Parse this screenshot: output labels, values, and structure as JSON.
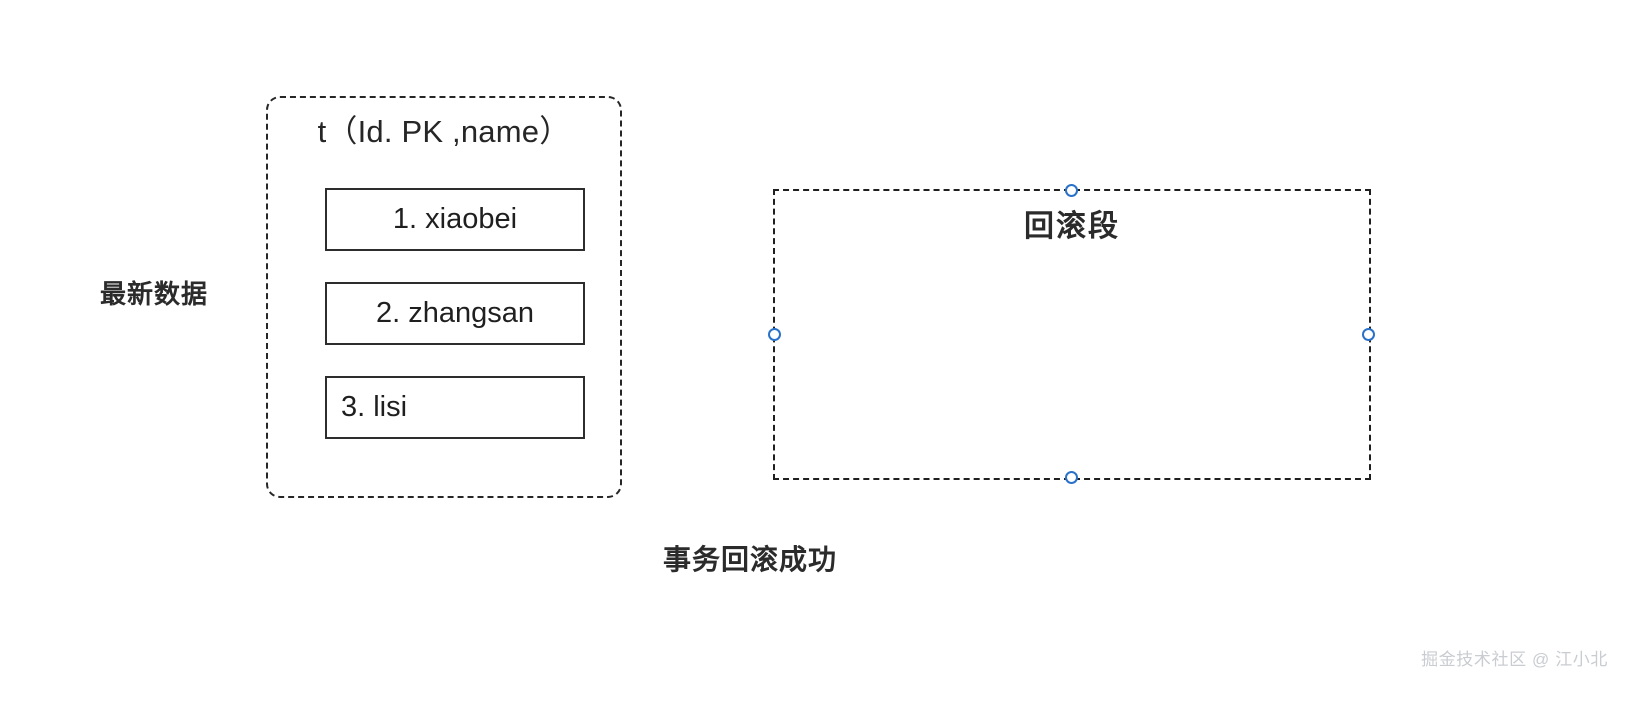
{
  "diagram": {
    "table_panel": {
      "title": "t（Id. PK ,name）",
      "rows": [
        {
          "label": "1. xiaobei",
          "align": "center"
        },
        {
          "label": "2. zhangsan",
          "align": "center"
        },
        {
          "label": "3. lisi",
          "align": "left"
        }
      ]
    },
    "side_label": "最新数据",
    "rollback_panel": {
      "title": "回滚段",
      "selected": true,
      "handle_color": "#2a72c9",
      "handles": [
        "top",
        "left",
        "right",
        "bottom"
      ]
    },
    "caption": "事务回滚成功"
  },
  "watermark": "掘金技术社区 @ 江小北",
  "colors": {
    "stroke": "#262626",
    "text": "#2b2b2b",
    "accent": "#2a72c9",
    "watermark": "#c9ccd1",
    "background": "#ffffff"
  }
}
